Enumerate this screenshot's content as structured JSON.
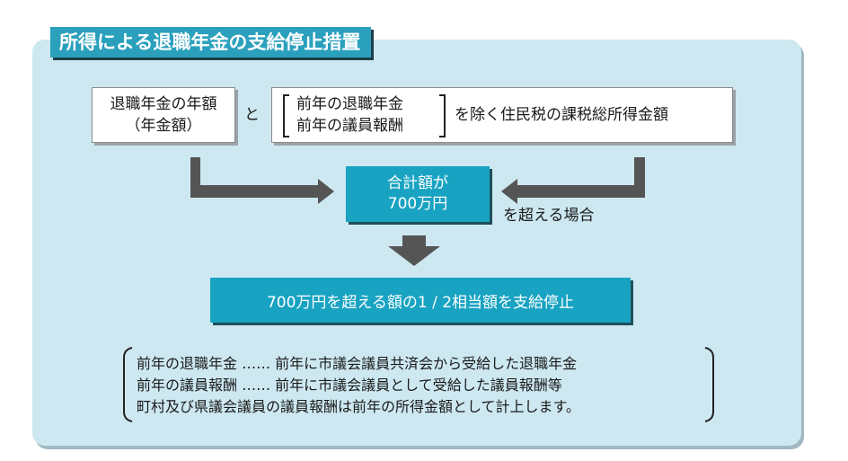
{
  "title": "所得による退職年金の支給停止措置",
  "box_pension": {
    "line1": "退職年金の年額",
    "line2": "（年金額）"
  },
  "connector_to": "と",
  "box_prev": {
    "line1": "前年の退職年金",
    "line2": "前年の議員報酬"
  },
  "income_text": "を除く住民税の課税総所得金額",
  "sum_box": {
    "line1": "合計額が",
    "line2": "700万円"
  },
  "exceed_label": "を超える場合",
  "result_text": "700万円を超える額の1 / 2相当額を支給停止",
  "notes": [
    "前年の退職年金 …… 前年に市議会議員共済会から受給した退職年金",
    "前年の議員報酬 …… 前年に市議会議員として受給した議員報酬等",
    "町村及び県議会議員の議員報酬は前年の所得金額として計上します。"
  ],
  "colors": {
    "panel_bg": "#cde8f1",
    "accent": "#18a3c2",
    "arrow": "#555555"
  }
}
